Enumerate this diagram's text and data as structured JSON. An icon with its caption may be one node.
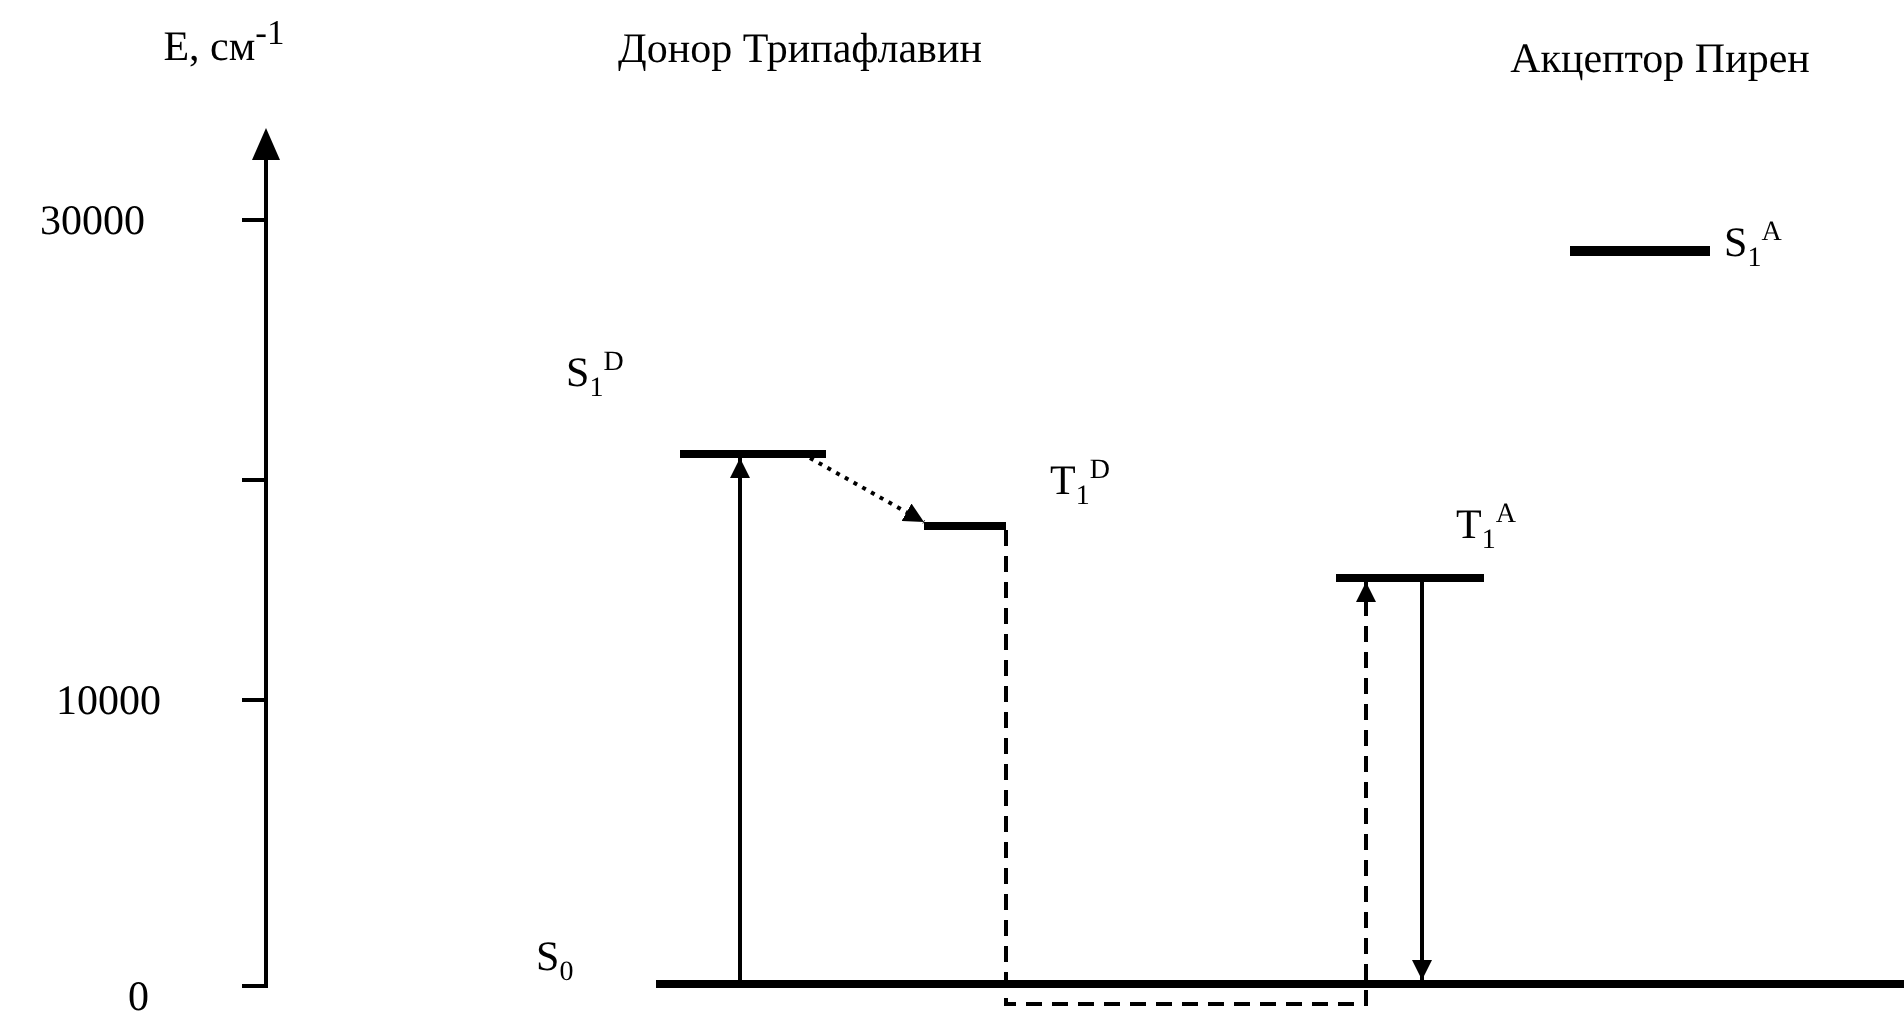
{
  "diagram": {
    "nodes": [
      {
        "text": [
          "S$_{0}$"
        ]
      },
      {
        "text": [
          "S$_{1}$$^{D}$"
        ]
      },
      {
        "text": [
          "T$_{1}$$^{D}$"
        ]
      },
      {
        "text": [
          "T$_{1}$$^{A}$"
        ]
      },
      {
        "text": [
          "S$_{1}$$^{A}$"
        ]
      }
    ],
    "edges": [
      {
        "from": 0,
        "to": 1,
        "arrow": "to"
      },
      {
        "from": 1,
        "to": 2,
        "arrow": "to",
        "style": "dashed"
      },
      {
        "from": 2,
        "to": 3,
        "arrow": "to",
        "style": "dashed"
      },
      {
        "from": 3,
        "to": 0,
        "arrow": "to"
      }
    ],
    "labels": [
      "E, см$^{-1}$",
      "Донор Трипафлавин",
      "Акцептор Пирен",
      "30000",
      "10000",
      "0"
    ]
  }
}
